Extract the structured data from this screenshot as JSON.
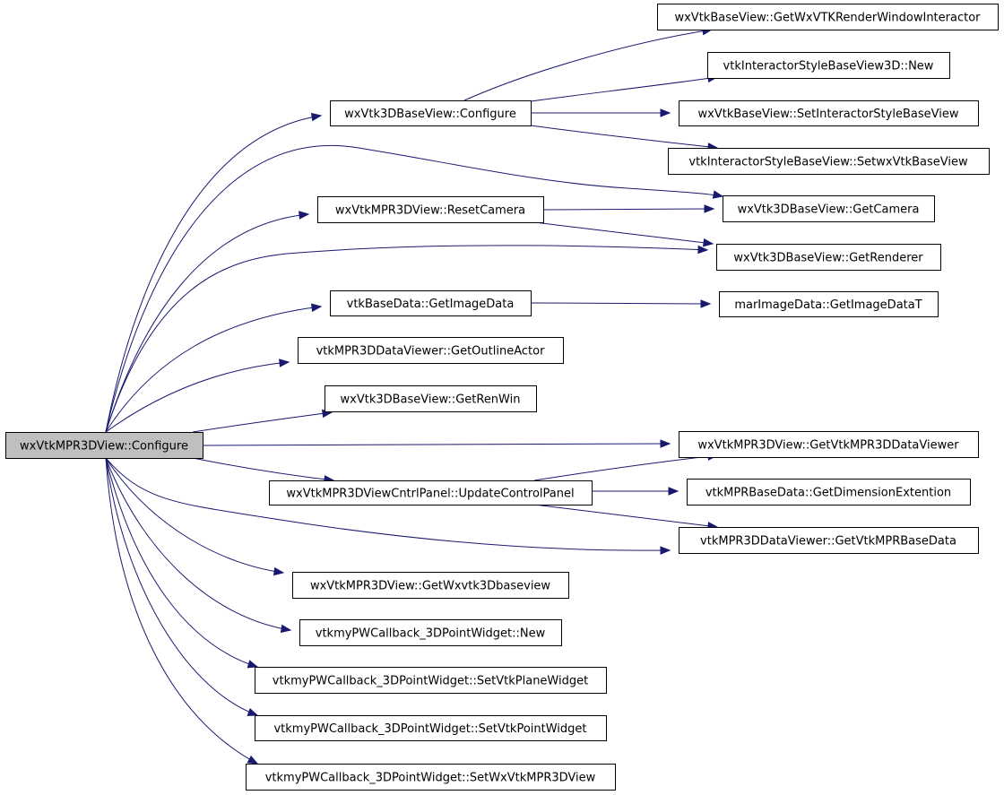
{
  "nodes": [
    {
      "id": "root",
      "label": "wxVtkMPR3DView::Configure",
      "root": true
    },
    {
      "id": "n1",
      "label": "wxVtk3DBaseView::Configure"
    },
    {
      "id": "n2",
      "label": "wxVtkMPR3DView::ResetCamera"
    },
    {
      "id": "n3",
      "label": "vtkBaseData::GetImageData"
    },
    {
      "id": "n4",
      "label": "vtkMPR3DDataViewer::GetOutlineActor"
    },
    {
      "id": "n5",
      "label": "wxVtk3DBaseView::GetRenWin"
    },
    {
      "id": "n6",
      "label": "wxVtkMPR3DViewCntrlPanel::UpdateControlPanel"
    },
    {
      "id": "n7",
      "label": "wxVtkMPR3DView::GetWxvtk3Dbaseview"
    },
    {
      "id": "n8",
      "label": "vtkmyPWCallback_3DPointWidget::New"
    },
    {
      "id": "n9",
      "label": "vtkmyPWCallback_3DPointWidget::SetVtkPlaneWidget"
    },
    {
      "id": "n10",
      "label": "vtkmyPWCallback_3DPointWidget::SetVtkPointWidget"
    },
    {
      "id": "n11",
      "label": "vtkmyPWCallback_3DPointWidget::SetWxVtkMPR3DView"
    },
    {
      "id": "r1",
      "label": "wxVtkBaseView::GetWxVTKRenderWindowInteractor"
    },
    {
      "id": "r2",
      "label": "vtkInteractorStyleBaseView3D::New"
    },
    {
      "id": "r3",
      "label": "wxVtkBaseView::SetInteractorStyleBaseView"
    },
    {
      "id": "r4",
      "label": "vtkInteractorStyleBaseView::SetwxVtkBaseView"
    },
    {
      "id": "r5",
      "label": "wxVtk3DBaseView::GetCamera"
    },
    {
      "id": "r6",
      "label": "wxVtk3DBaseView::GetRenderer"
    },
    {
      "id": "r7",
      "label": "marImageData::GetImageDataT"
    },
    {
      "id": "r8",
      "label": "wxVtkMPR3DView::GetVtkMPR3DDataViewer"
    },
    {
      "id": "r9",
      "label": "vtkMPRBaseData::GetDimensionExtention"
    },
    {
      "id": "r10",
      "label": "vtkMPR3DDataViewer::GetVtkMPRBaseData"
    }
  ],
  "edges": [
    {
      "from": "root",
      "to": "n1"
    },
    {
      "from": "root",
      "to": "r5"
    },
    {
      "from": "root",
      "to": "n2"
    },
    {
      "from": "root",
      "to": "r6"
    },
    {
      "from": "root",
      "to": "n3"
    },
    {
      "from": "root",
      "to": "n4"
    },
    {
      "from": "root",
      "to": "n5"
    },
    {
      "from": "root",
      "to": "r8"
    },
    {
      "from": "root",
      "to": "n6"
    },
    {
      "from": "root",
      "to": "r10"
    },
    {
      "from": "root",
      "to": "n7"
    },
    {
      "from": "root",
      "to": "n8"
    },
    {
      "from": "root",
      "to": "n9"
    },
    {
      "from": "root",
      "to": "n10"
    },
    {
      "from": "root",
      "to": "n11"
    },
    {
      "from": "n1",
      "to": "r1"
    },
    {
      "from": "n1",
      "to": "r2"
    },
    {
      "from": "n1",
      "to": "r3"
    },
    {
      "from": "n1",
      "to": "r4"
    },
    {
      "from": "n2",
      "to": "r5"
    },
    {
      "from": "n2",
      "to": "r6"
    },
    {
      "from": "n3",
      "to": "r7"
    },
    {
      "from": "n6",
      "to": "r8"
    },
    {
      "from": "n6",
      "to": "r9"
    },
    {
      "from": "n6",
      "to": "r10"
    }
  ]
}
